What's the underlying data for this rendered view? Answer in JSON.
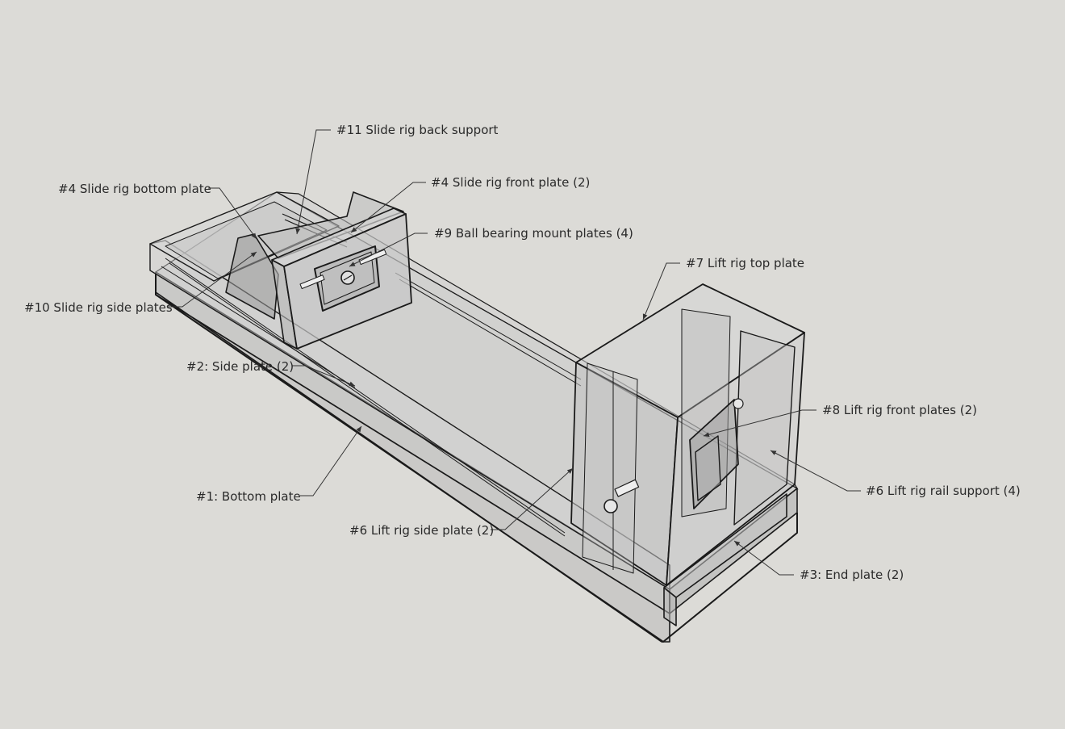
{
  "background_color": "#dcdbd7",
  "labels": [
    {
      "id": "slide-rig-back-support",
      "text": "#11 Slide rig back support"
    },
    {
      "id": "slide-rig-bottom-plate",
      "text": "#4 Slide rig bottom plate"
    },
    {
      "id": "slide-rig-front-plate",
      "text": "#4 Slide rig front plate (2)"
    },
    {
      "id": "ball-bearing-mount-plates",
      "text": "#9 Ball bearing mount plates (4)"
    },
    {
      "id": "lift-rig-top-plate",
      "text": "#7 Lift rig top plate"
    },
    {
      "id": "slide-rig-side-plates",
      "text": "#10 Slide rig side plates"
    },
    {
      "id": "side-plate",
      "text": "#2: Side plate (2)"
    },
    {
      "id": "lift-rig-front-plates",
      "text": "#8 Lift rig front plates (2)"
    },
    {
      "id": "lift-rig-rail-support",
      "text": "#6 Lift rig rail support (4)"
    },
    {
      "id": "bottom-plate",
      "text": "#1: Bottom plate"
    },
    {
      "id": "lift-rig-side-plate",
      "text": "#6 Lift rig side plate (2)"
    },
    {
      "id": "end-plate",
      "text": "#3: End plate (2)"
    }
  ]
}
